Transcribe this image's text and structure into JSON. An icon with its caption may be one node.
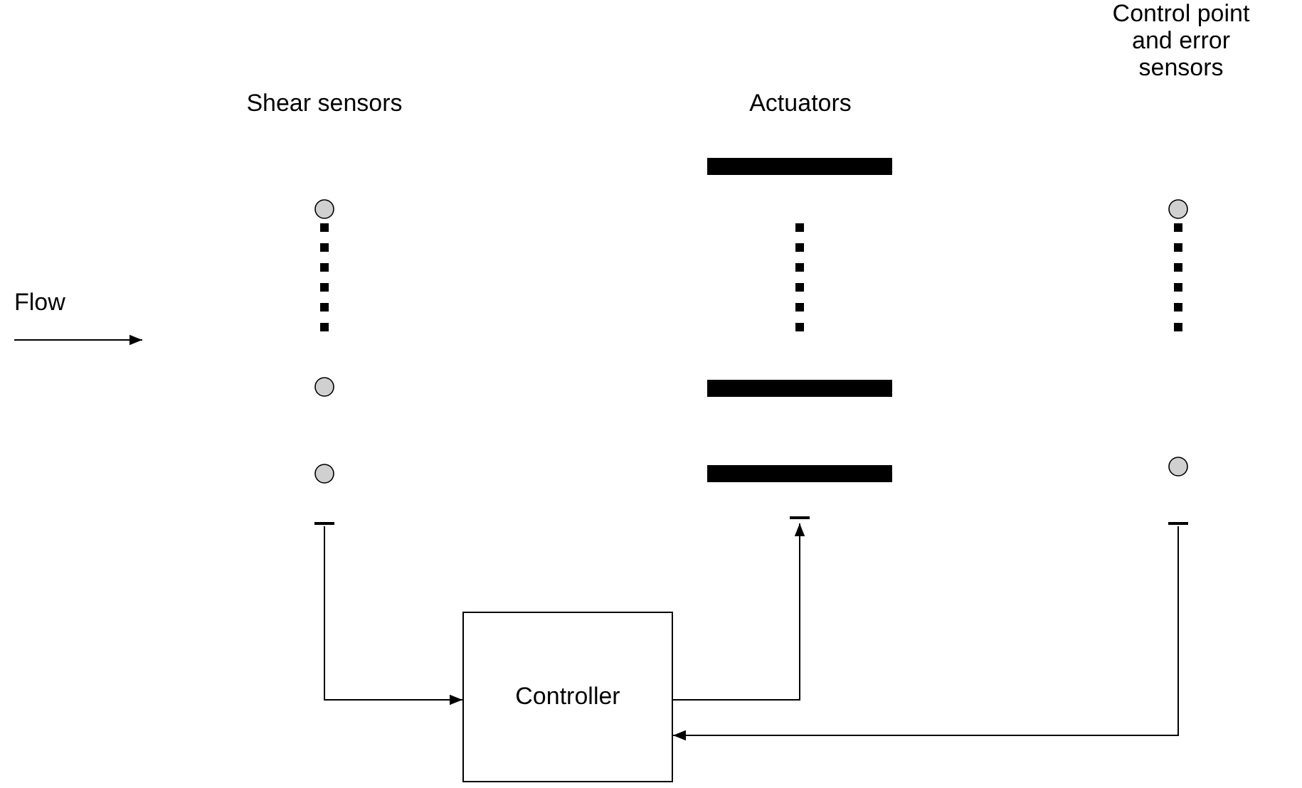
{
  "diagram": {
    "nodes": [
      {
        "text": [
          "Shear sensors"
        ]
      },
      {
        "text": [
          "Actuators"
        ]
      },
      {
        "text": [
          "Control point and error sensors"
        ]
      },
      {
        "text": [
          "Controller"
        ]
      }
    ],
    "edges": [
      {
        "from": 0,
        "to": 3,
        "arrow": "to"
      },
      {
        "from": 3,
        "to": 1,
        "arrow": "to"
      },
      {
        "from": 2,
        "to": 3,
        "arrow": "to"
      }
    ],
    "labels": [
      "Flow"
    ]
  }
}
